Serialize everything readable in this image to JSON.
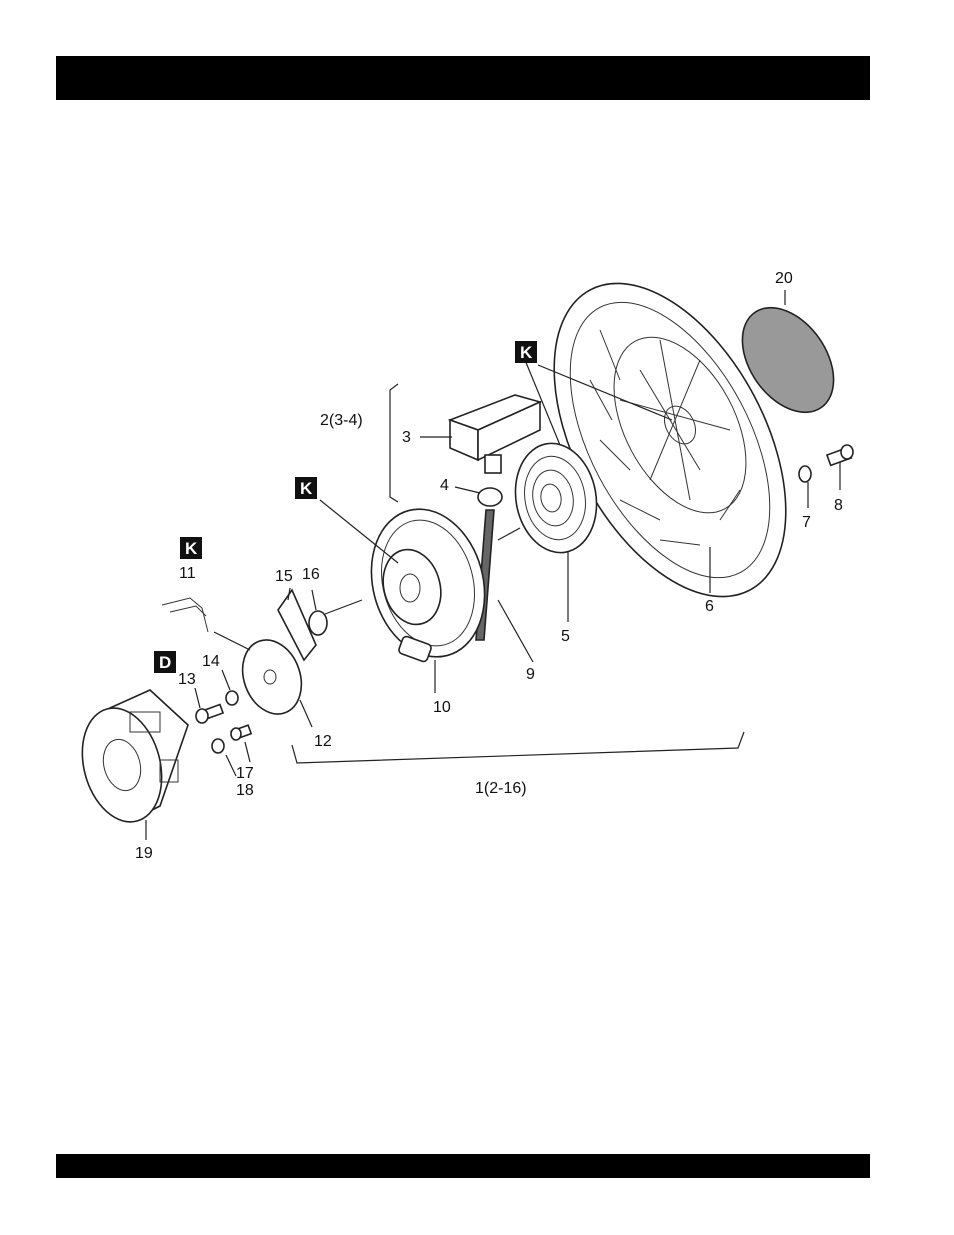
{
  "labels": {
    "p1": "1(2-16)",
    "p2": "2(3-4)",
    "p3": "3",
    "p4": "4",
    "p5": "5",
    "p6": "6",
    "p7": "7",
    "p8": "8",
    "p9": "9",
    "p10": "10",
    "p11": "11",
    "p12": "12",
    "p13": "13",
    "p14": "14",
    "p15": "15",
    "p16": "16",
    "p17": "17",
    "p18": "18",
    "p19": "19",
    "p20": "20"
  },
  "badges": {
    "k1": "K",
    "k2": "K",
    "k3": "K",
    "d1": "D"
  }
}
